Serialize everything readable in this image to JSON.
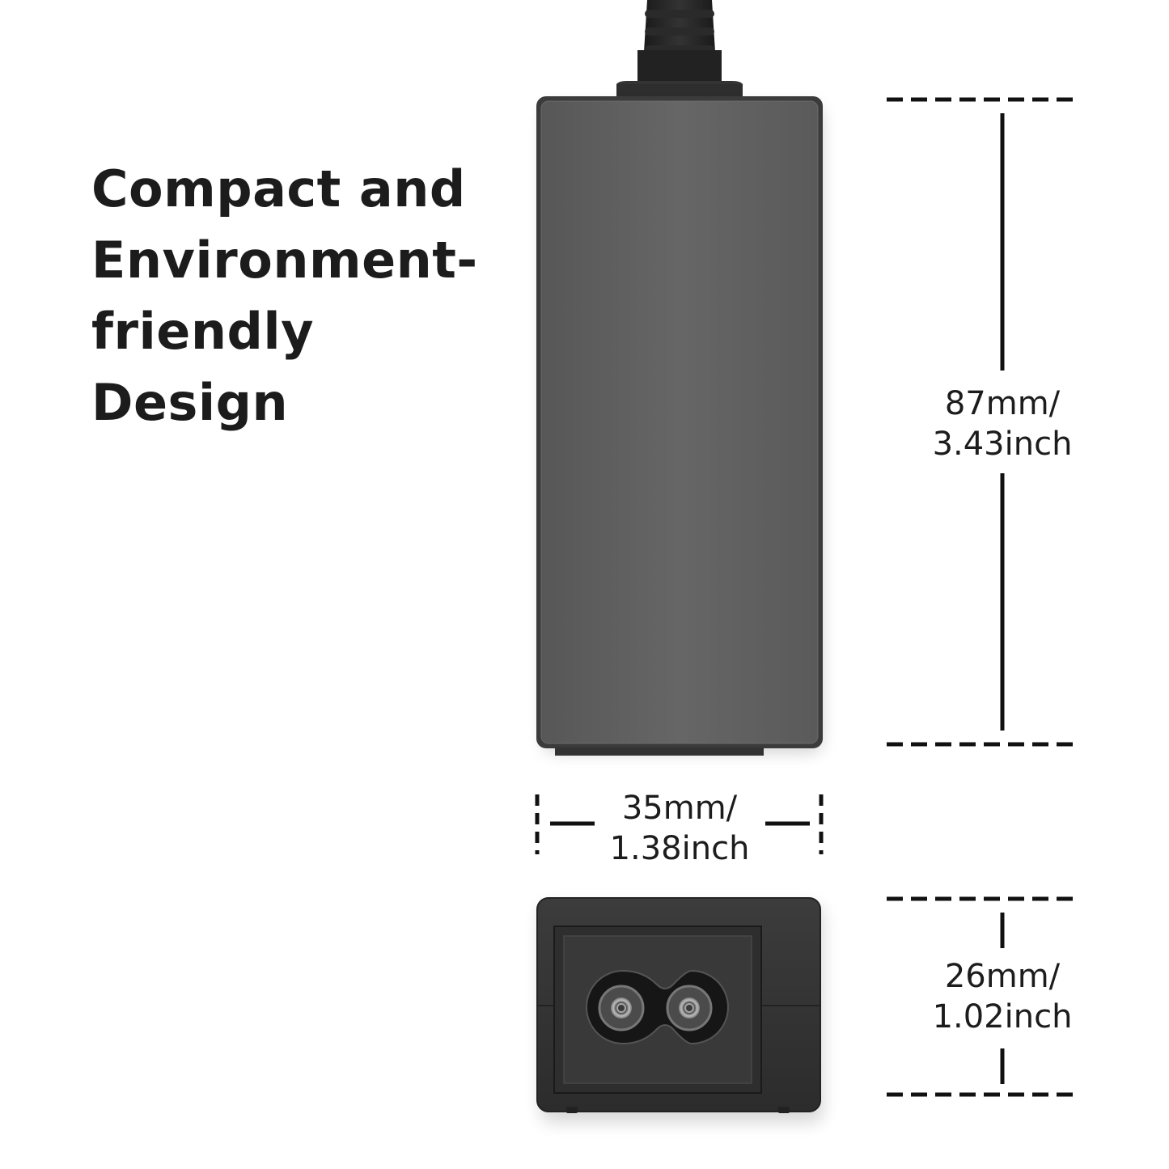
{
  "headline": {
    "lines": [
      "Compact and",
      "Environment-",
      "friendly",
      "Design"
    ]
  },
  "dimensions": {
    "length": {
      "line1": "87mm/",
      "line2": "3.43inch"
    },
    "width": {
      "line1": "35mm/",
      "line2": "1.38inch"
    },
    "height": {
      "line1": "26mm/",
      "line2": "1.02inch"
    }
  },
  "colors": {
    "background": "#ffffff",
    "adapter_body": "#5f5f5f",
    "adapter_edge": "#3a3a3a",
    "text": "#1c1c1c",
    "dimension_lines": "#111111"
  },
  "icons": {
    "adapter": "power-adapter-top-view",
    "connector": "c8-figure-eight-socket"
  }
}
